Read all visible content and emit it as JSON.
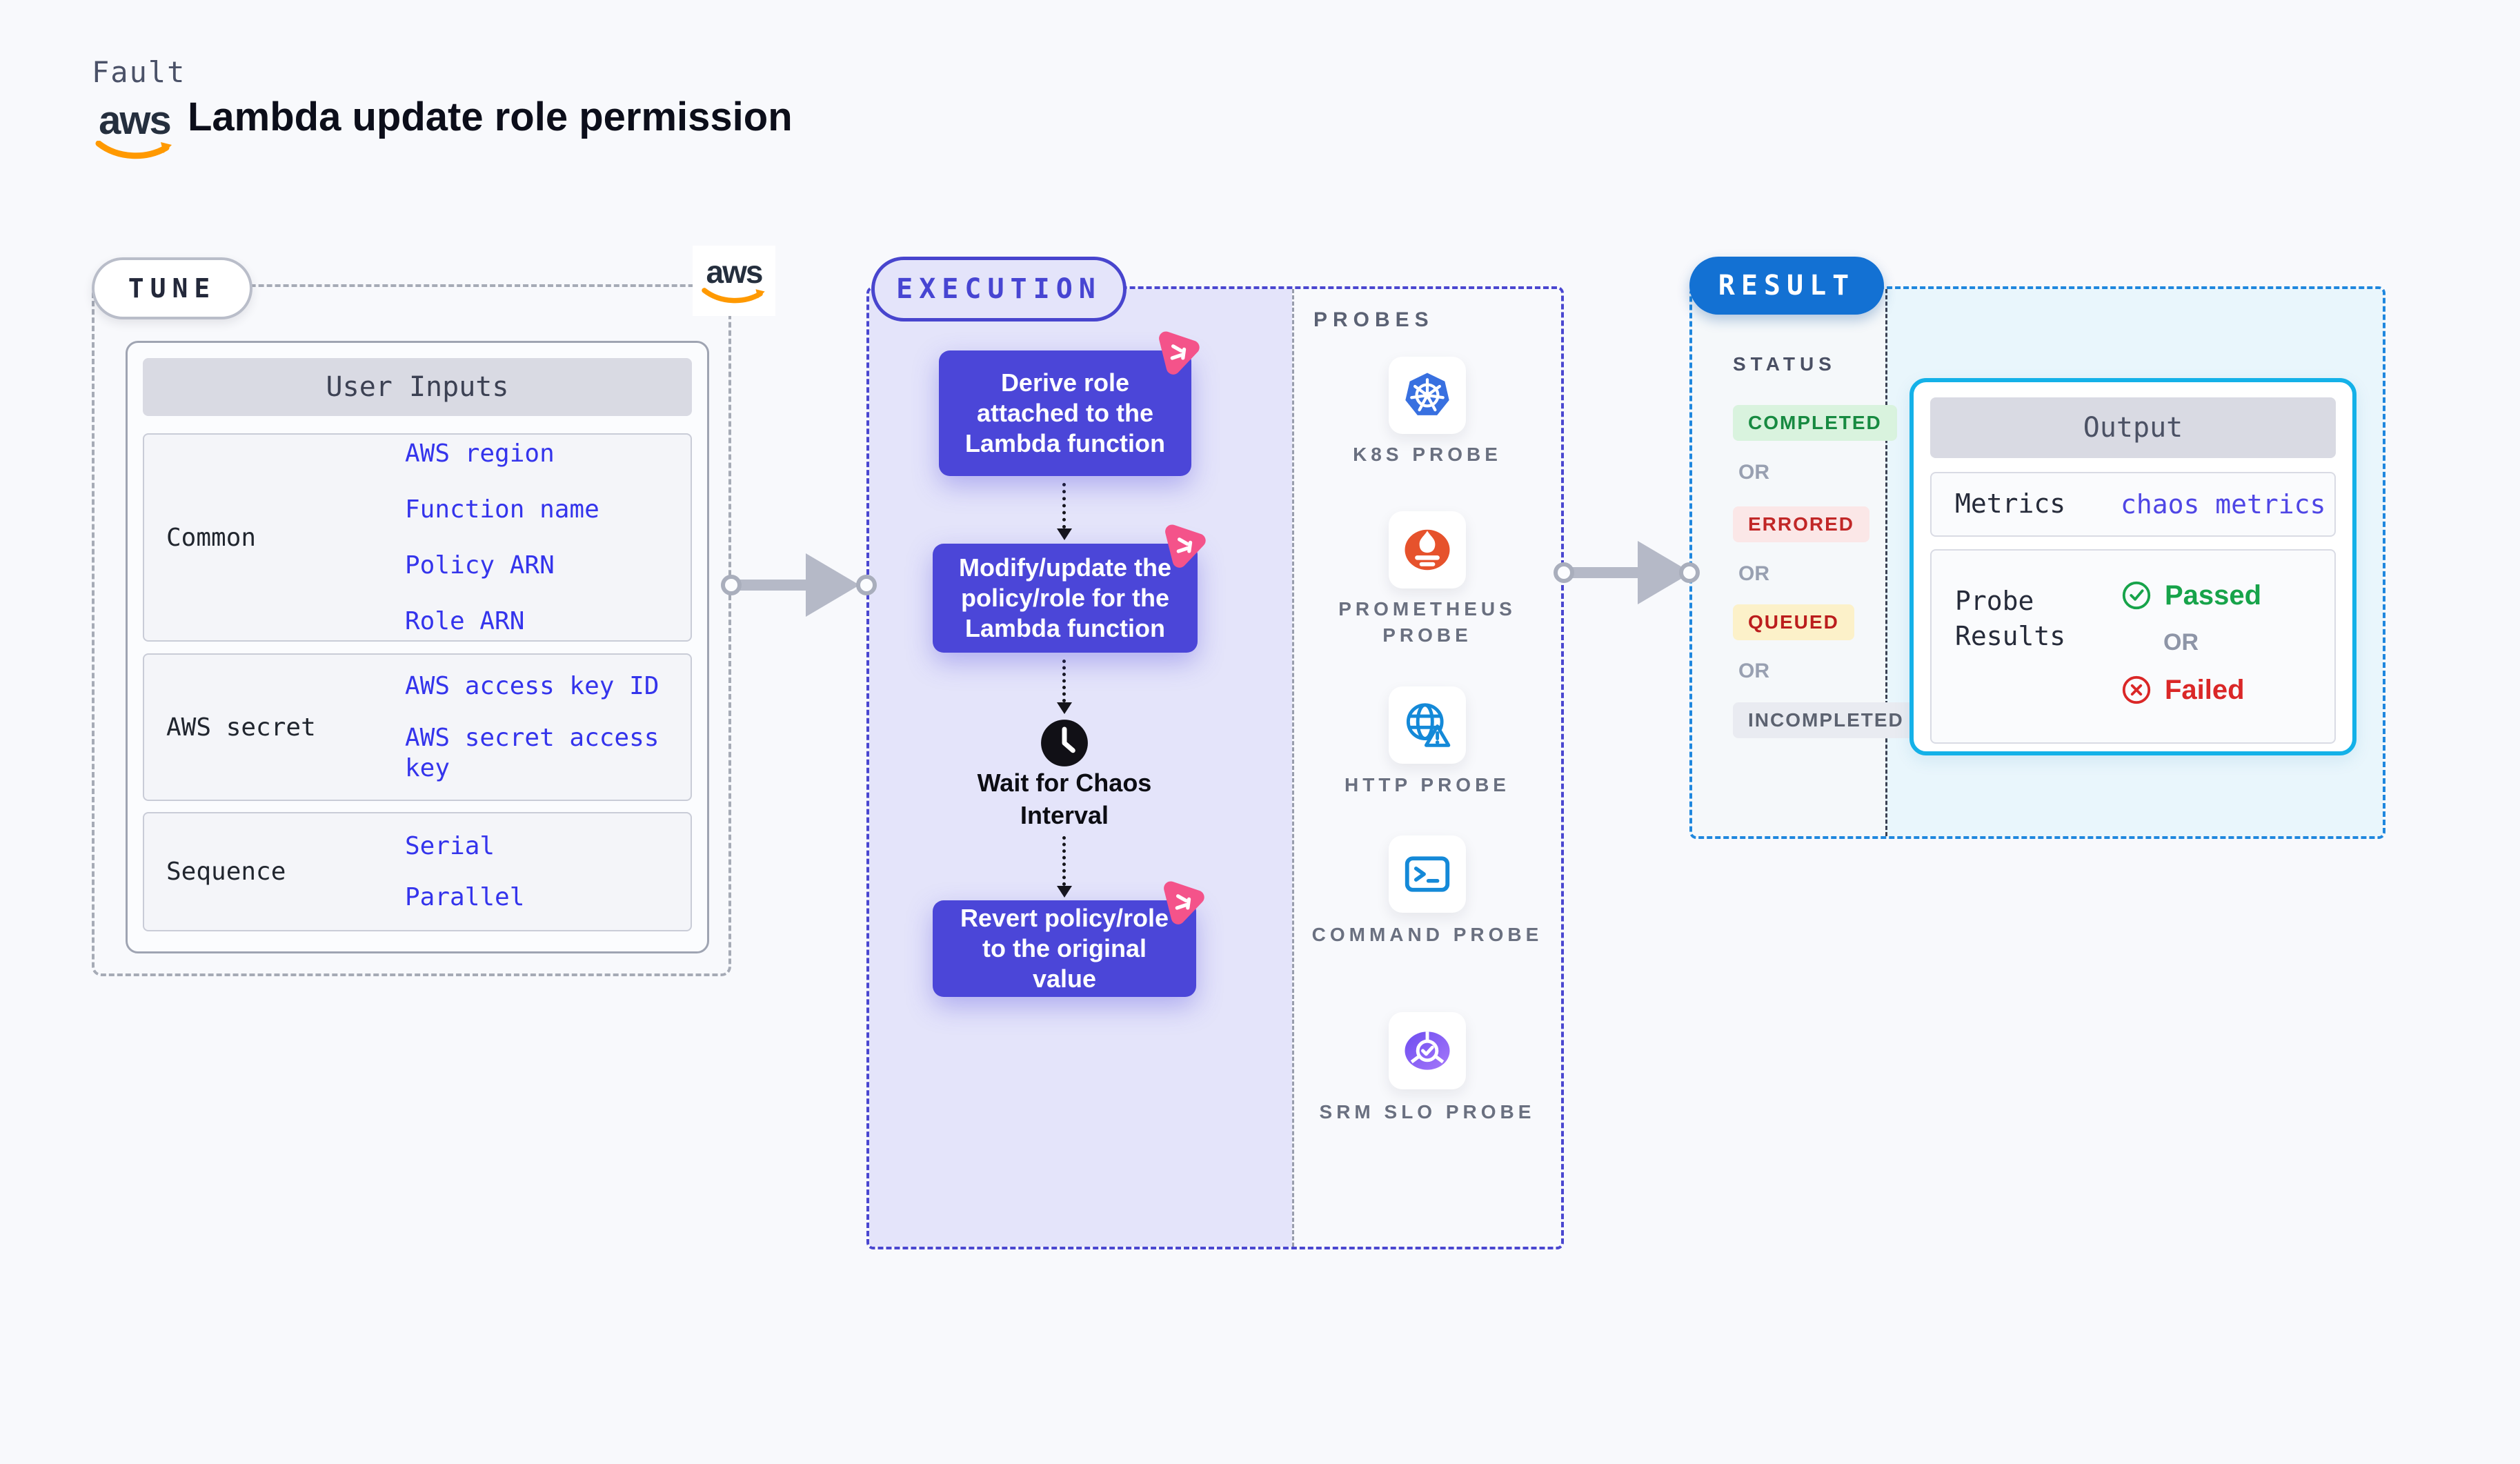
{
  "header": {
    "eyebrow": "Fault",
    "title": "Lambda update role permission",
    "aws_wordmark": "aws"
  },
  "tune": {
    "pill_label": "TUNE",
    "aws_wordmark": "aws",
    "user_inputs": {
      "title": "User Inputs",
      "groups": [
        {
          "label": "Common",
          "links": [
            "AWS region",
            "Function name",
            "Policy ARN",
            "Role ARN"
          ]
        },
        {
          "label": "AWS secret",
          "links": [
            "AWS access key ID",
            "AWS secret access key"
          ]
        },
        {
          "label": "Sequence",
          "links": [
            "Serial",
            "Parallel"
          ]
        }
      ]
    }
  },
  "execution": {
    "pill_label": "EXECUTION",
    "steps": [
      {
        "label": "Derive role attached to the Lambda function",
        "icon": "chaos-triangle-icon"
      },
      {
        "label": "Modify/update the policy/role for the Lambda function",
        "icon": "chaos-triangle-icon"
      },
      {
        "label": "Revert policy/role to the original value",
        "icon": "chaos-triangle-icon"
      }
    ],
    "wait_step": {
      "label": "Wait for Chaos Interval",
      "icon": "clock-icon"
    },
    "probes": {
      "title": "PROBES",
      "items": [
        {
          "label": "K8S PROBE",
          "icon": "kubernetes-icon"
        },
        {
          "label": "PROMETHEUS PROBE",
          "icon": "prometheus-icon"
        },
        {
          "label": "HTTP PROBE",
          "icon": "http-globe-icon"
        },
        {
          "label": "COMMAND PROBE",
          "icon": "terminal-icon"
        },
        {
          "label": "SRM SLO PROBE",
          "icon": "srm-slo-pie-icon"
        }
      ]
    }
  },
  "result": {
    "pill_label": "RESULT",
    "status": {
      "title": "STATUS",
      "or_label": "OR",
      "badges": [
        {
          "label": "COMPLETED",
          "kind": "success"
        },
        {
          "label": "ERRORED",
          "kind": "error"
        },
        {
          "label": "QUEUED",
          "kind": "warning"
        },
        {
          "label": "INCOMPLETED",
          "kind": "neutral"
        }
      ]
    },
    "output": {
      "title": "Output",
      "metrics_label": "Metrics",
      "metrics_link": "chaos metrics",
      "probe_results_label": "Probe Results",
      "passed_label": "Passed",
      "or_label": "OR",
      "failed_label": "Failed"
    }
  },
  "colors": {
    "page_bg": "#f8f9fc",
    "indigo_node": "#4b46d8",
    "execution_fill": "#e4e4fa",
    "execution_border": "#4a47d0",
    "tune_border": "#a6abb6",
    "result_border": "#1f87de",
    "result_fill": "#e9f6fc",
    "result_pill": "#1371d3",
    "output_border": "#14b1e8",
    "link_blue": "#3434ec",
    "metrics_link": "#4f46e5",
    "chaos_pink": "#f4538a",
    "passed_green": "#17a34a",
    "failed_red": "#da2727",
    "queued_bg": "#fcf1c9",
    "completed_bg": "#d9f3de",
    "errored_bg": "#fbe7e7",
    "aws_orange": "#ff9900",
    "kubernetes_blue": "#3870e0",
    "prometheus_orange": "#e6522c",
    "http_blue": "#1489d8",
    "srm_purple": "#8a5cf6"
  }
}
